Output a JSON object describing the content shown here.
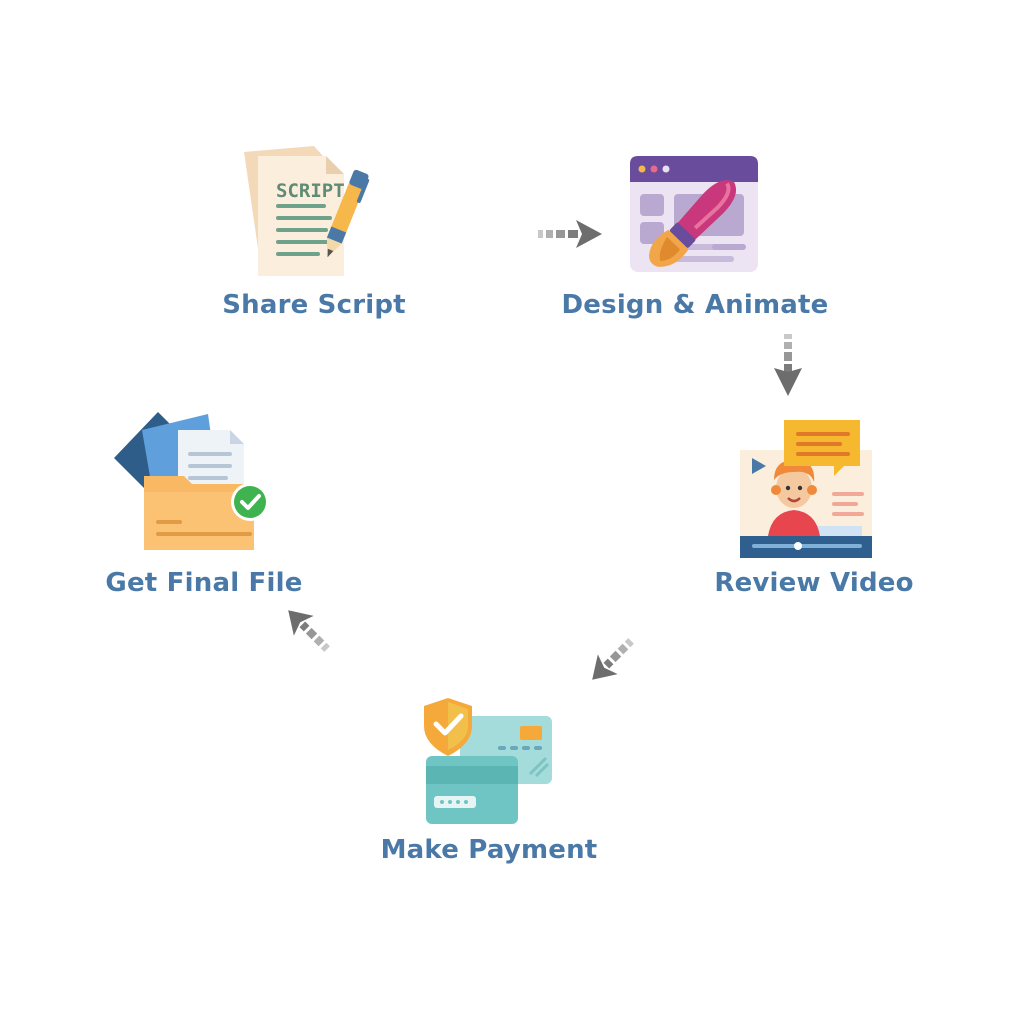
{
  "steps": [
    {
      "label": "Share Script",
      "icon": "script-document-pen-icon",
      "icon_text": "SCRIPT"
    },
    {
      "label": "Design & Animate",
      "icon": "browser-paintbrush-icon"
    },
    {
      "label": "Review Video",
      "icon": "video-review-presenter-icon"
    },
    {
      "label": "Make Payment",
      "icon": "secure-credit-card-icon"
    },
    {
      "label": "Get Final File",
      "icon": "folder-check-icon"
    }
  ],
  "colors": {
    "label": "#4a79a8",
    "arrow_dark": "#6d6d6d",
    "arrow_light": "#b5b5b5"
  }
}
